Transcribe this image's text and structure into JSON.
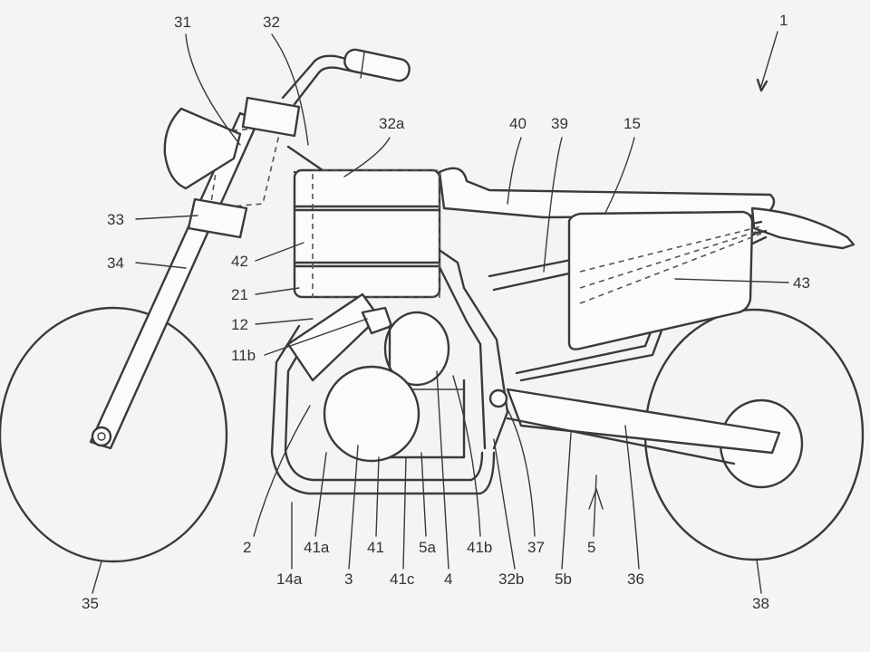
{
  "figure_number": "1",
  "labels": {
    "l1": "1",
    "l2": "2",
    "l3": "3",
    "l4": "4",
    "l5": "5",
    "l5a": "5a",
    "l5b": "5b",
    "l11b": "11b",
    "l12": "12",
    "l14a": "14a",
    "l15": "15",
    "l21": "21",
    "l31": "31",
    "l32": "32",
    "l32a": "32a",
    "l32b": "32b",
    "l33": "33",
    "l34": "34",
    "l35": "35",
    "l36": "36",
    "l37": "37",
    "l38": "38",
    "l39": "39",
    "l40": "40",
    "l41": "41",
    "l41a": "41a",
    "l41b": "41b",
    "l41c": "41c",
    "l42": "42",
    "l43": "43"
  }
}
